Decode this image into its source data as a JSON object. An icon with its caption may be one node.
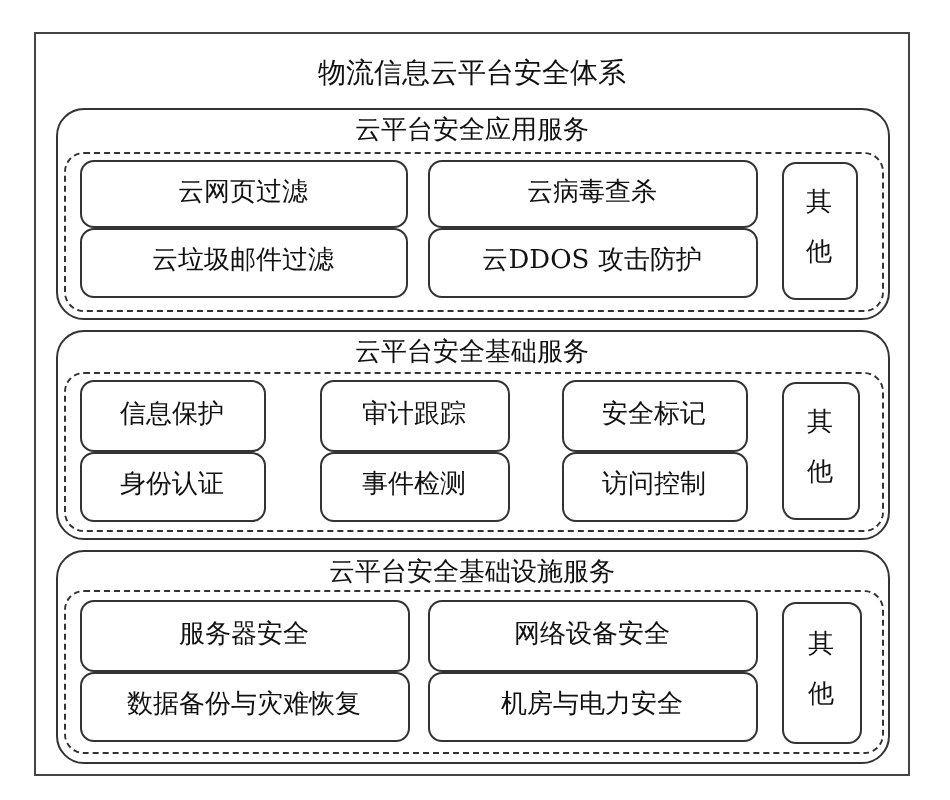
{
  "diagram": {
    "nodes": [
      {
        "text": [
          "物流信息云平台安全体系"
        ]
      },
      {
        "text": [
          "云平台安全应用服务"
        ],
        "in": 0
      },
      {
        "text": [],
        "shape": "box",
        "in": 1
      },
      {
        "text": [
          "云网页过滤"
        ],
        "in": 2
      },
      {
        "text": [
          "云病毒查杀"
        ],
        "in": 2
      },
      {
        "text": [
          "其他"
        ],
        "in": 2
      },
      {
        "text": [
          "云垃圾邮件过滤"
        ],
        "in": 2
      },
      {
        "text": [
          "云DDOS 攻击防护"
        ],
        "in": 2
      },
      {
        "text": [
          "云平台安全基础服务"
        ],
        "in": 0
      },
      {
        "text": [],
        "shape": "box",
        "in": 8
      },
      {
        "text": [
          "信息保护"
        ],
        "in": 9
      },
      {
        "text": [
          "审计跟踪"
        ],
        "in": 9
      },
      {
        "text": [
          "安全标记"
        ],
        "in": 9
      },
      {
        "text": [
          "其他"
        ],
        "in": 9
      },
      {
        "text": [
          "身份认证"
        ],
        "in": 9
      },
      {
        "text": [
          "事件检测"
        ],
        "in": 9
      },
      {
        "text": [
          "访问控制"
        ],
        "in": 9
      },
      {
        "text": [
          "云平台安全基础设施服务"
        ],
        "in": 0
      },
      {
        "text": [],
        "shape": "box",
        "in": 17
      },
      {
        "text": [
          "服务器安全"
        ],
        "in": 18
      },
      {
        "text": [
          "网络设备安全"
        ],
        "in": 18
      },
      {
        "text": [
          "其他"
        ],
        "in": 18
      },
      {
        "text": [
          "数据备份与灾难恢复"
        ],
        "in": 18
      },
      {
        "text": [
          "机房与电力安全"
        ],
        "in": 18
      }
    ]
  }
}
